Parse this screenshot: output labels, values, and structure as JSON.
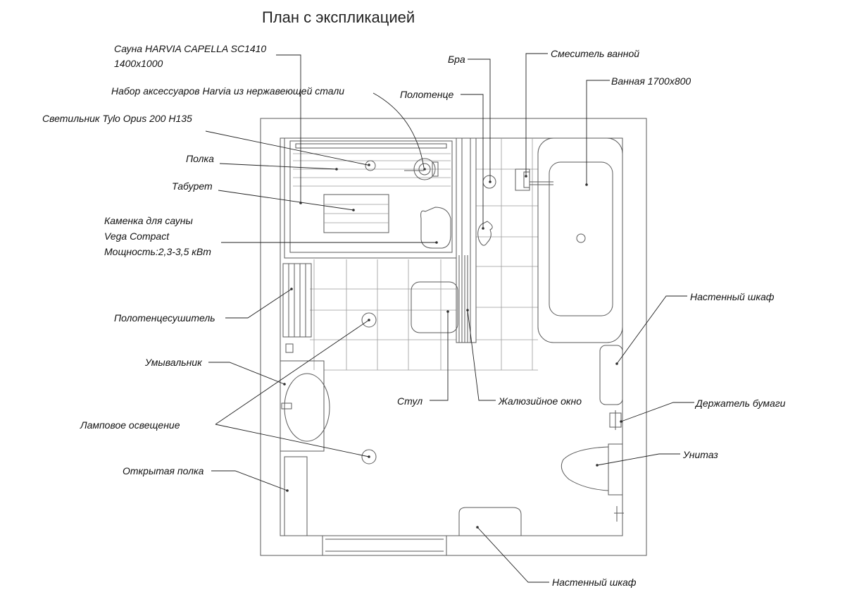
{
  "title": "План с экспликацией",
  "labels": {
    "sauna": [
      "Сауна HARVIA CAPELLA SC1410",
      "1400x1000"
    ],
    "accessories": "Набор аксессуаров Harvia из нержавеющей стали",
    "lamp": "Светильник Tylo Opus 200 H135",
    "shelf": "Полка",
    "stool": "Табурет",
    "stove": [
      "Каменка для сауны",
      "Vega Compact",
      "Мощность:2,3-3,5 кВт"
    ],
    "towel_dryer": "Полотенцесушитель",
    "sink": "Умывальник",
    "lighting": "Ламповое освещение",
    "open_shelf": "Открытая полка",
    "sconce": "Бра",
    "towel": "Полотенце",
    "bath_mixer": "Смеситель ванной",
    "bath": "Ванная 1700x800",
    "wall_cabinet_right": "Настенный шкаф",
    "paper_holder": "Держатель бумаги",
    "toilet": "Унитаз",
    "chair": "Стул",
    "louvre_window": "Жалюзийное окно",
    "wall_cabinet_bottom": "Настенный шкаф"
  }
}
